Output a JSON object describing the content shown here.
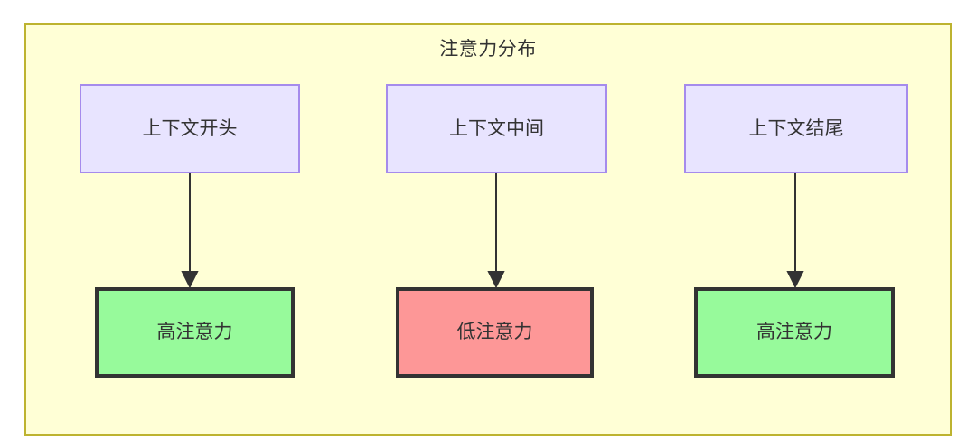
{
  "diagram": {
    "title": "注意力分布",
    "background_color": "#ffffd6",
    "border_color": "#bdb330",
    "top_nodes": [
      {
        "label": "上下文开头",
        "fill": "#e8e4ff",
        "stroke": "#a58bec"
      },
      {
        "label": "上下文中间",
        "fill": "#e8e4ff",
        "stroke": "#a58bec"
      },
      {
        "label": "上下文结尾",
        "fill": "#e8e4ff",
        "stroke": "#a58bec"
      }
    ],
    "bottom_nodes": [
      {
        "label": "高注意力",
        "fill": "#97fa9b",
        "stroke": "#333333"
      },
      {
        "label": "低注意力",
        "fill": "#fd9797",
        "stroke": "#333333"
      },
      {
        "label": "高注意力",
        "fill": "#97fa9b",
        "stroke": "#333333"
      }
    ],
    "edges": [
      {
        "from": "上下文开头",
        "to": "高注意力"
      },
      {
        "from": "上下文中间",
        "to": "低注意力"
      },
      {
        "from": "上下文结尾",
        "to": "高注意力"
      }
    ],
    "edge_color": "#333333"
  }
}
